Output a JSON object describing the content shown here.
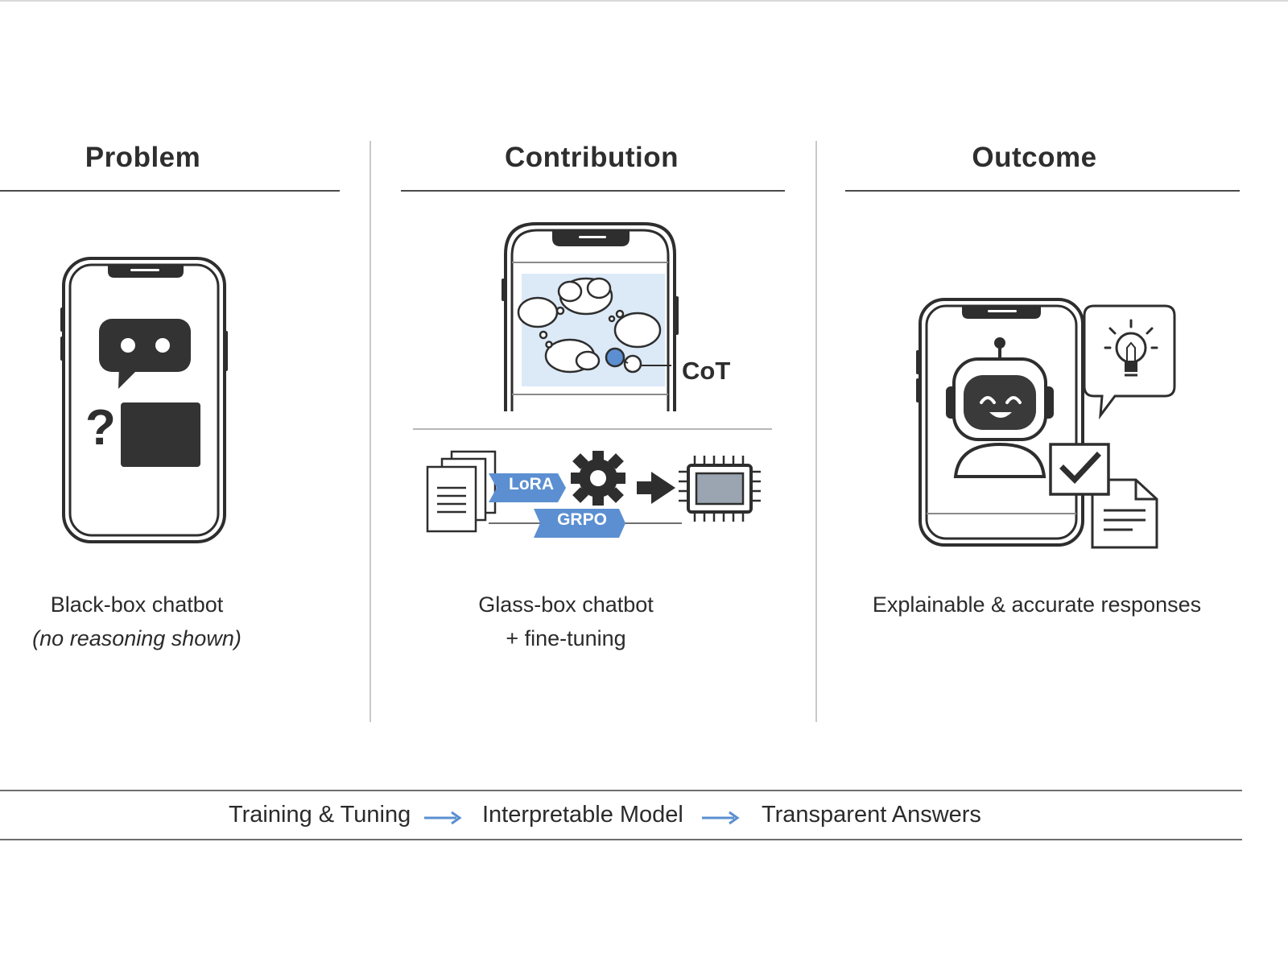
{
  "columns": [
    {
      "title": "Problem",
      "caption_line1": "Black-box chatbot",
      "caption_line2": "(no reasoning shown)",
      "glyph": "?",
      "icons": [
        "smartphone-icon",
        "chat-bubble-icon",
        "question-mark-icon",
        "black-box-icon"
      ]
    },
    {
      "title": "Contribution",
      "caption_line1": "Glass-box chatbot",
      "caption_line2": "+ fine-tuning",
      "cot_label": "CoT",
      "lora_label": "LoRA",
      "grpo_label": "GRPO",
      "icons": [
        "smartphone-icon",
        "thought-cloud-icon",
        "documents-icon",
        "gear-icon",
        "arrow-right-icon",
        "chip-icon"
      ]
    },
    {
      "title": "Outcome",
      "caption_line1": "Explainable & accurate responses",
      "icons": [
        "smartphone-icon",
        "robot-icon",
        "lightbulb-icon",
        "checkbox-icon",
        "document-icon"
      ]
    }
  ],
  "flow": {
    "steps": [
      "Training & Tuning",
      "Interpretable Model",
      "Transparent Answers"
    ]
  },
  "colors": {
    "ink": "#2e2e2e",
    "accent_blue": "#5b8fd1",
    "panel_blue": "#dce9f7",
    "chip_grey": "#9aa5b1"
  }
}
